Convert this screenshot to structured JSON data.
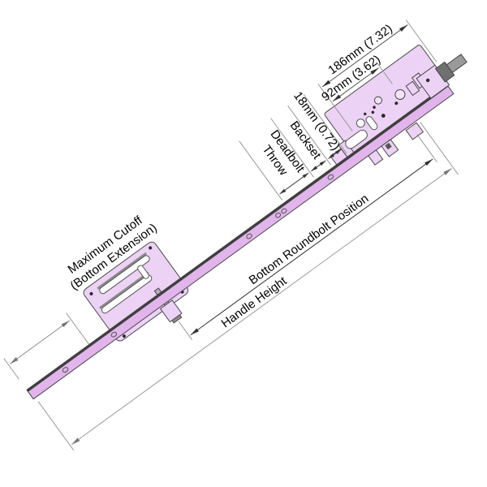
{
  "diagram": {
    "title": "Multipoint lock mechanism dimension diagram",
    "labels": {
      "maximum_cutoff_line1": "Maximum Cutoff",
      "maximum_cutoff_line2": "(Bottom Extension)",
      "bottom_roundbolt_position": "Bottom Roundbolt Position",
      "handle_height": "Handle Height",
      "deadbolt_throw_line1": "Deadbolt",
      "deadbolt_throw_line2": "Throw",
      "backset": "Backset",
      "dim_18mm": "18mm (0.72)",
      "dim_92mm": "92mm (3.62)",
      "dim_186mm": "186mm (7.32)"
    },
    "colors": {
      "hardware_fill": "#ecd2f5",
      "rail_fill": "#e2b4ec",
      "edge_dark": "#3f3f3f",
      "dim_line_gray": "#8a8a8a",
      "dim_line_dark": "#2f2f2f",
      "text": "#000000",
      "background": "#ffffff"
    }
  }
}
